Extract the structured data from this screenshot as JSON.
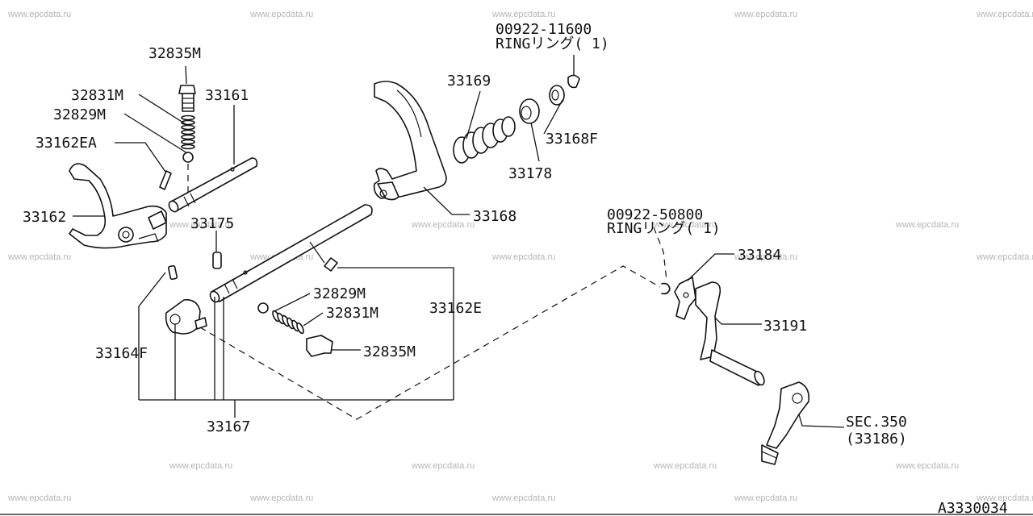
{
  "watermark": "www.epcdata.ru",
  "drawing_code": "A3330034",
  "labels": {
    "ring_top_no": "00922-11600",
    "ring_top_name": "RINGリング( 1)",
    "p32835M_top": "32835M",
    "p32831M_top": "32831M",
    "p32829M_top": "32829M",
    "p33161": "33161",
    "p33162EA": "33162EA",
    "p33162": "33162",
    "p33175": "33175",
    "p33169": "33169",
    "p33168F": "33168F",
    "p33178": "33178",
    "p33168": "33168",
    "ring_mid_no": "00922-50800",
    "ring_mid_name": "RINGリング( 1)",
    "p33184": "33184",
    "p32829M_bot": "32829M",
    "p32831M_bot": "32831M",
    "p33162E": "33162E",
    "p32835M_bot": "32835M",
    "p33191": "33191",
    "p33164F": "33164F",
    "p33167": "33167",
    "sec": "SEC.350",
    "sec_ref": "(33186)"
  }
}
